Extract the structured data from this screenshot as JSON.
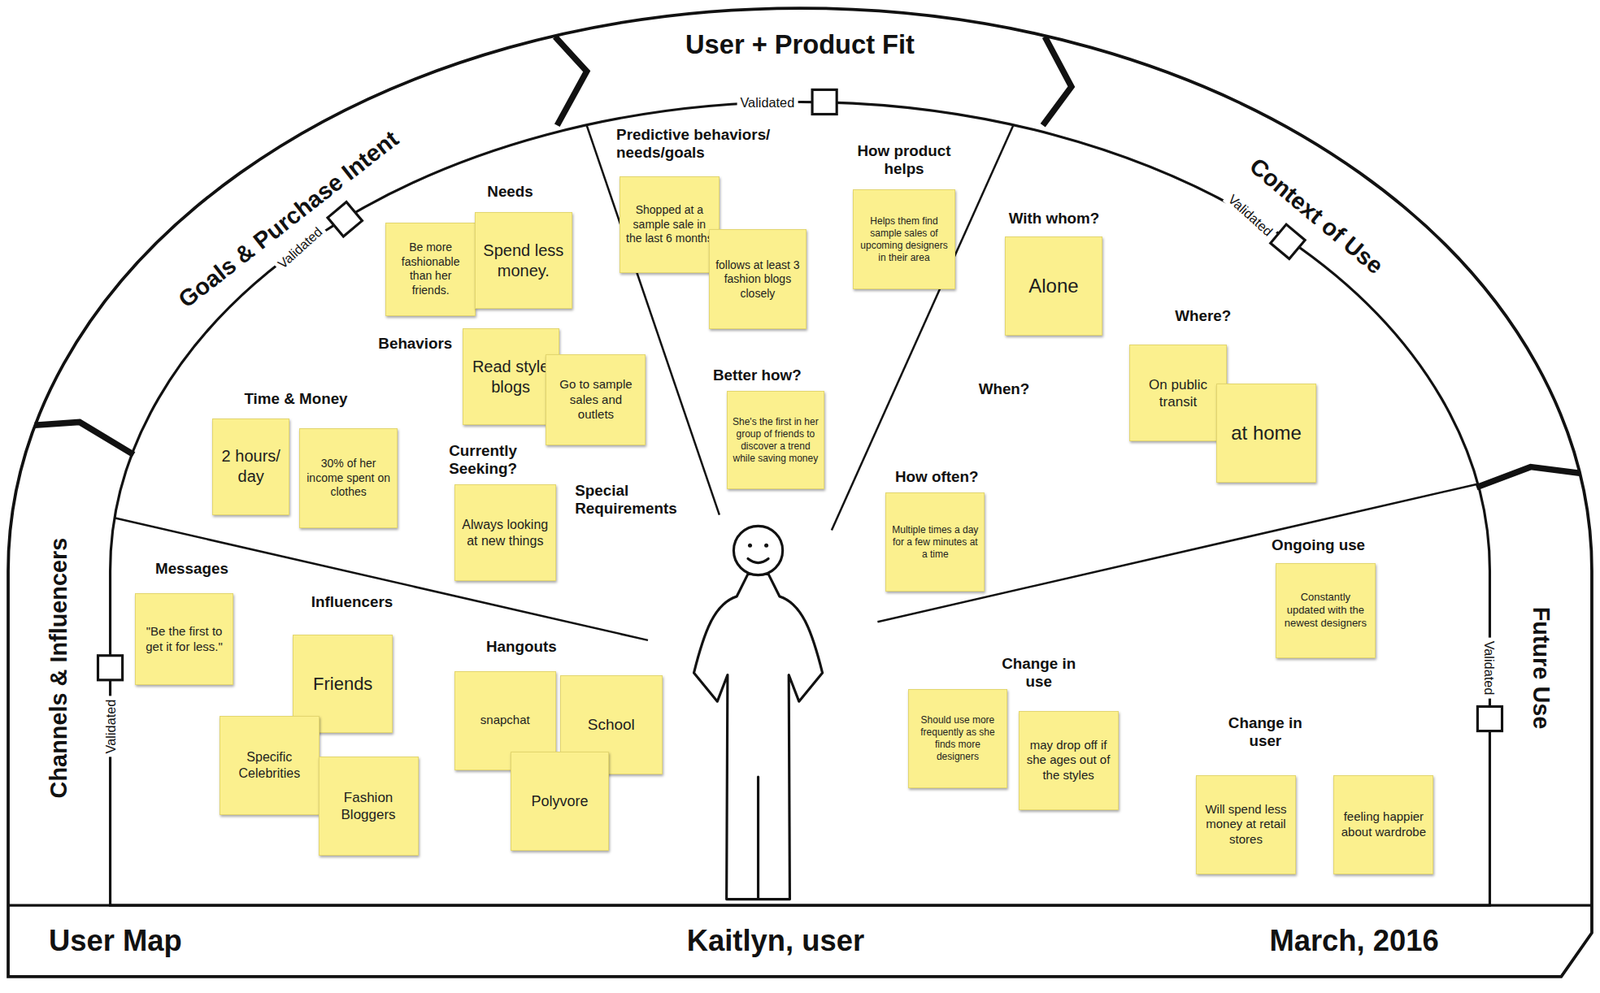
{
  "diagram": {
    "nodes": [
      {
        "text": [
          "Be more fashionable than her friends."
        ]
      },
      {
        "text": [
          "Spend less money."
        ]
      },
      {
        "text": [
          "Read style blogs"
        ]
      },
      {
        "text": [
          "Go to sample sales and outlets"
        ]
      },
      {
        "text": [
          "2 hours/ day"
        ]
      },
      {
        "text": [
          "30% of her income spent on clothes"
        ]
      },
      {
        "text": [
          "Always looking at new things"
        ]
      },
      {
        "text": [
          "Shopped at a sample sale in the last 6 months"
        ]
      },
      {
        "text": [
          "follows at least 3 fashion blogs closely"
        ]
      },
      {
        "text": [
          "Helps them find sample sales of upcoming designers in their area"
        ]
      },
      {
        "text": [
          "She's the first in her group of friends to discover a trend while saving money"
        ]
      },
      {
        "text": [
          "Alone"
        ]
      },
      {
        "text": [
          "On public transit"
        ]
      },
      {
        "text": [
          "at home"
        ]
      },
      {
        "text": [
          "Multiple times a day for a few minutes at a time"
        ]
      },
      {
        "text": [
          "\"Be the first to get it for less.\""
        ]
      },
      {
        "text": [
          "Friends"
        ]
      },
      {
        "text": [
          "Specific Celebrities"
        ]
      },
      {
        "text": [
          "Fashion Bloggers"
        ]
      },
      {
        "text": [
          "snapchat"
        ]
      },
      {
        "text": [
          "School"
        ]
      },
      {
        "text": [
          "Polyvore"
        ]
      },
      {
        "text": [
          "Constantly updated with the newest designers"
        ]
      },
      {
        "text": [
          "Should use more frequently as she finds more designers"
        ]
      },
      {
        "text": [
          "may drop off if she ages out of the styles"
        ]
      },
      {
        "text": [
          "Will spend less money at retail stores"
        ]
      },
      {
        "text": [
          "feeling happier about wardrobe"
        ]
      }
    ],
    "labels": [
      "User + Product Fit",
      "Validated",
      "Goals & Purchase Intent",
      "Validated",
      "Context of Use",
      "Validated",
      "Channels & Influencers",
      "Validated",
      "Future Use",
      "Validated",
      "Predictive behaviors/ needs/goals",
      "How product helps",
      "Needs",
      "Behaviors",
      "Time & Money",
      "Currently Seeking?",
      "Special Requirements",
      "Better how?",
      "With whom?",
      "Where?",
      "When?",
      "How often?",
      "Messages",
      "Influencers",
      "Hangouts",
      "Ongoing use",
      "Change in use",
      "Change in user",
      "User Map",
      "Kaitlyn, user",
      "March, 2016"
    ]
  }
}
